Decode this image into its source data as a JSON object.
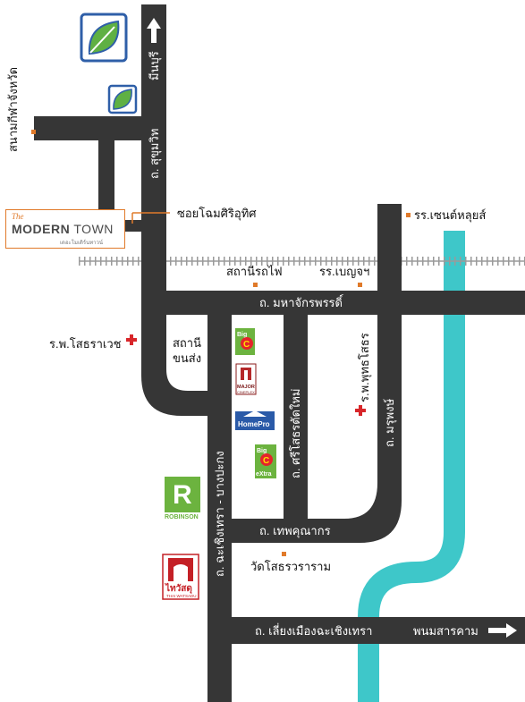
{
  "roads": {
    "sukhumvit": "ถ. สุขุมวิท",
    "mahachakkraphat": "ถ. มหาจักรพรรดิ์",
    "sri_sothon_tat_mai": "ถ. ศรีโสธรตัดใหม่",
    "marupong": "ถ. มรุพงษ์",
    "chachoengsao_bang_pakong": "ถ. ฉะเชิงเทรา - บางปะกง",
    "thep_khunakon": "ถ. เทพคุณากร",
    "bypass": "ถ. เลี่ยงเมืองฉะเชิงเทรา"
  },
  "directions": {
    "north": "มีนบุรี",
    "east": "พนมสารคาม"
  },
  "places": {
    "stadium": "สนามกีฬาจังหวัด",
    "soi": "ซอยโฉมศิริอุทิศ",
    "st_louis_school": "รร.เซนต์หลุยส์",
    "railway_station": "สถานีรถไฟ",
    "benjama_school": "รร.เบญจฯ",
    "sothorawet_hospital": "ร.พ.โสธราเวช",
    "bus_station_line1": "สถานี",
    "bus_station_line2": "ขนส่ง",
    "buddhasothorn_hospital": "ร.พ.พุทธโสธร",
    "wat_sothorn": "วัดโสธรวราราม"
  },
  "project": {
    "the": "The",
    "name_bold": "MODERN",
    "name_rest": "TOWN",
    "sub": "เดอะโมเดิร์นทาวน์"
  },
  "logos": {
    "bigc_top": "Big",
    "bigc_letter": "C",
    "bigc_extra": "eXtra",
    "major": "MAJOR",
    "major_sub": "CINEPLEX",
    "homepro": "HomePro",
    "robinson": "ROBINSON",
    "thaiwatsadu": "ไทวัสดุ",
    "thaiwatsadu_sub": "THAI WATSADU",
    "bangchak_icon": "bangchak-leaf-icon"
  },
  "colors": {
    "road": "#363636",
    "river": "#3ec7c9",
    "accent": "#e07a2a",
    "hospital": "#d8262a"
  }
}
